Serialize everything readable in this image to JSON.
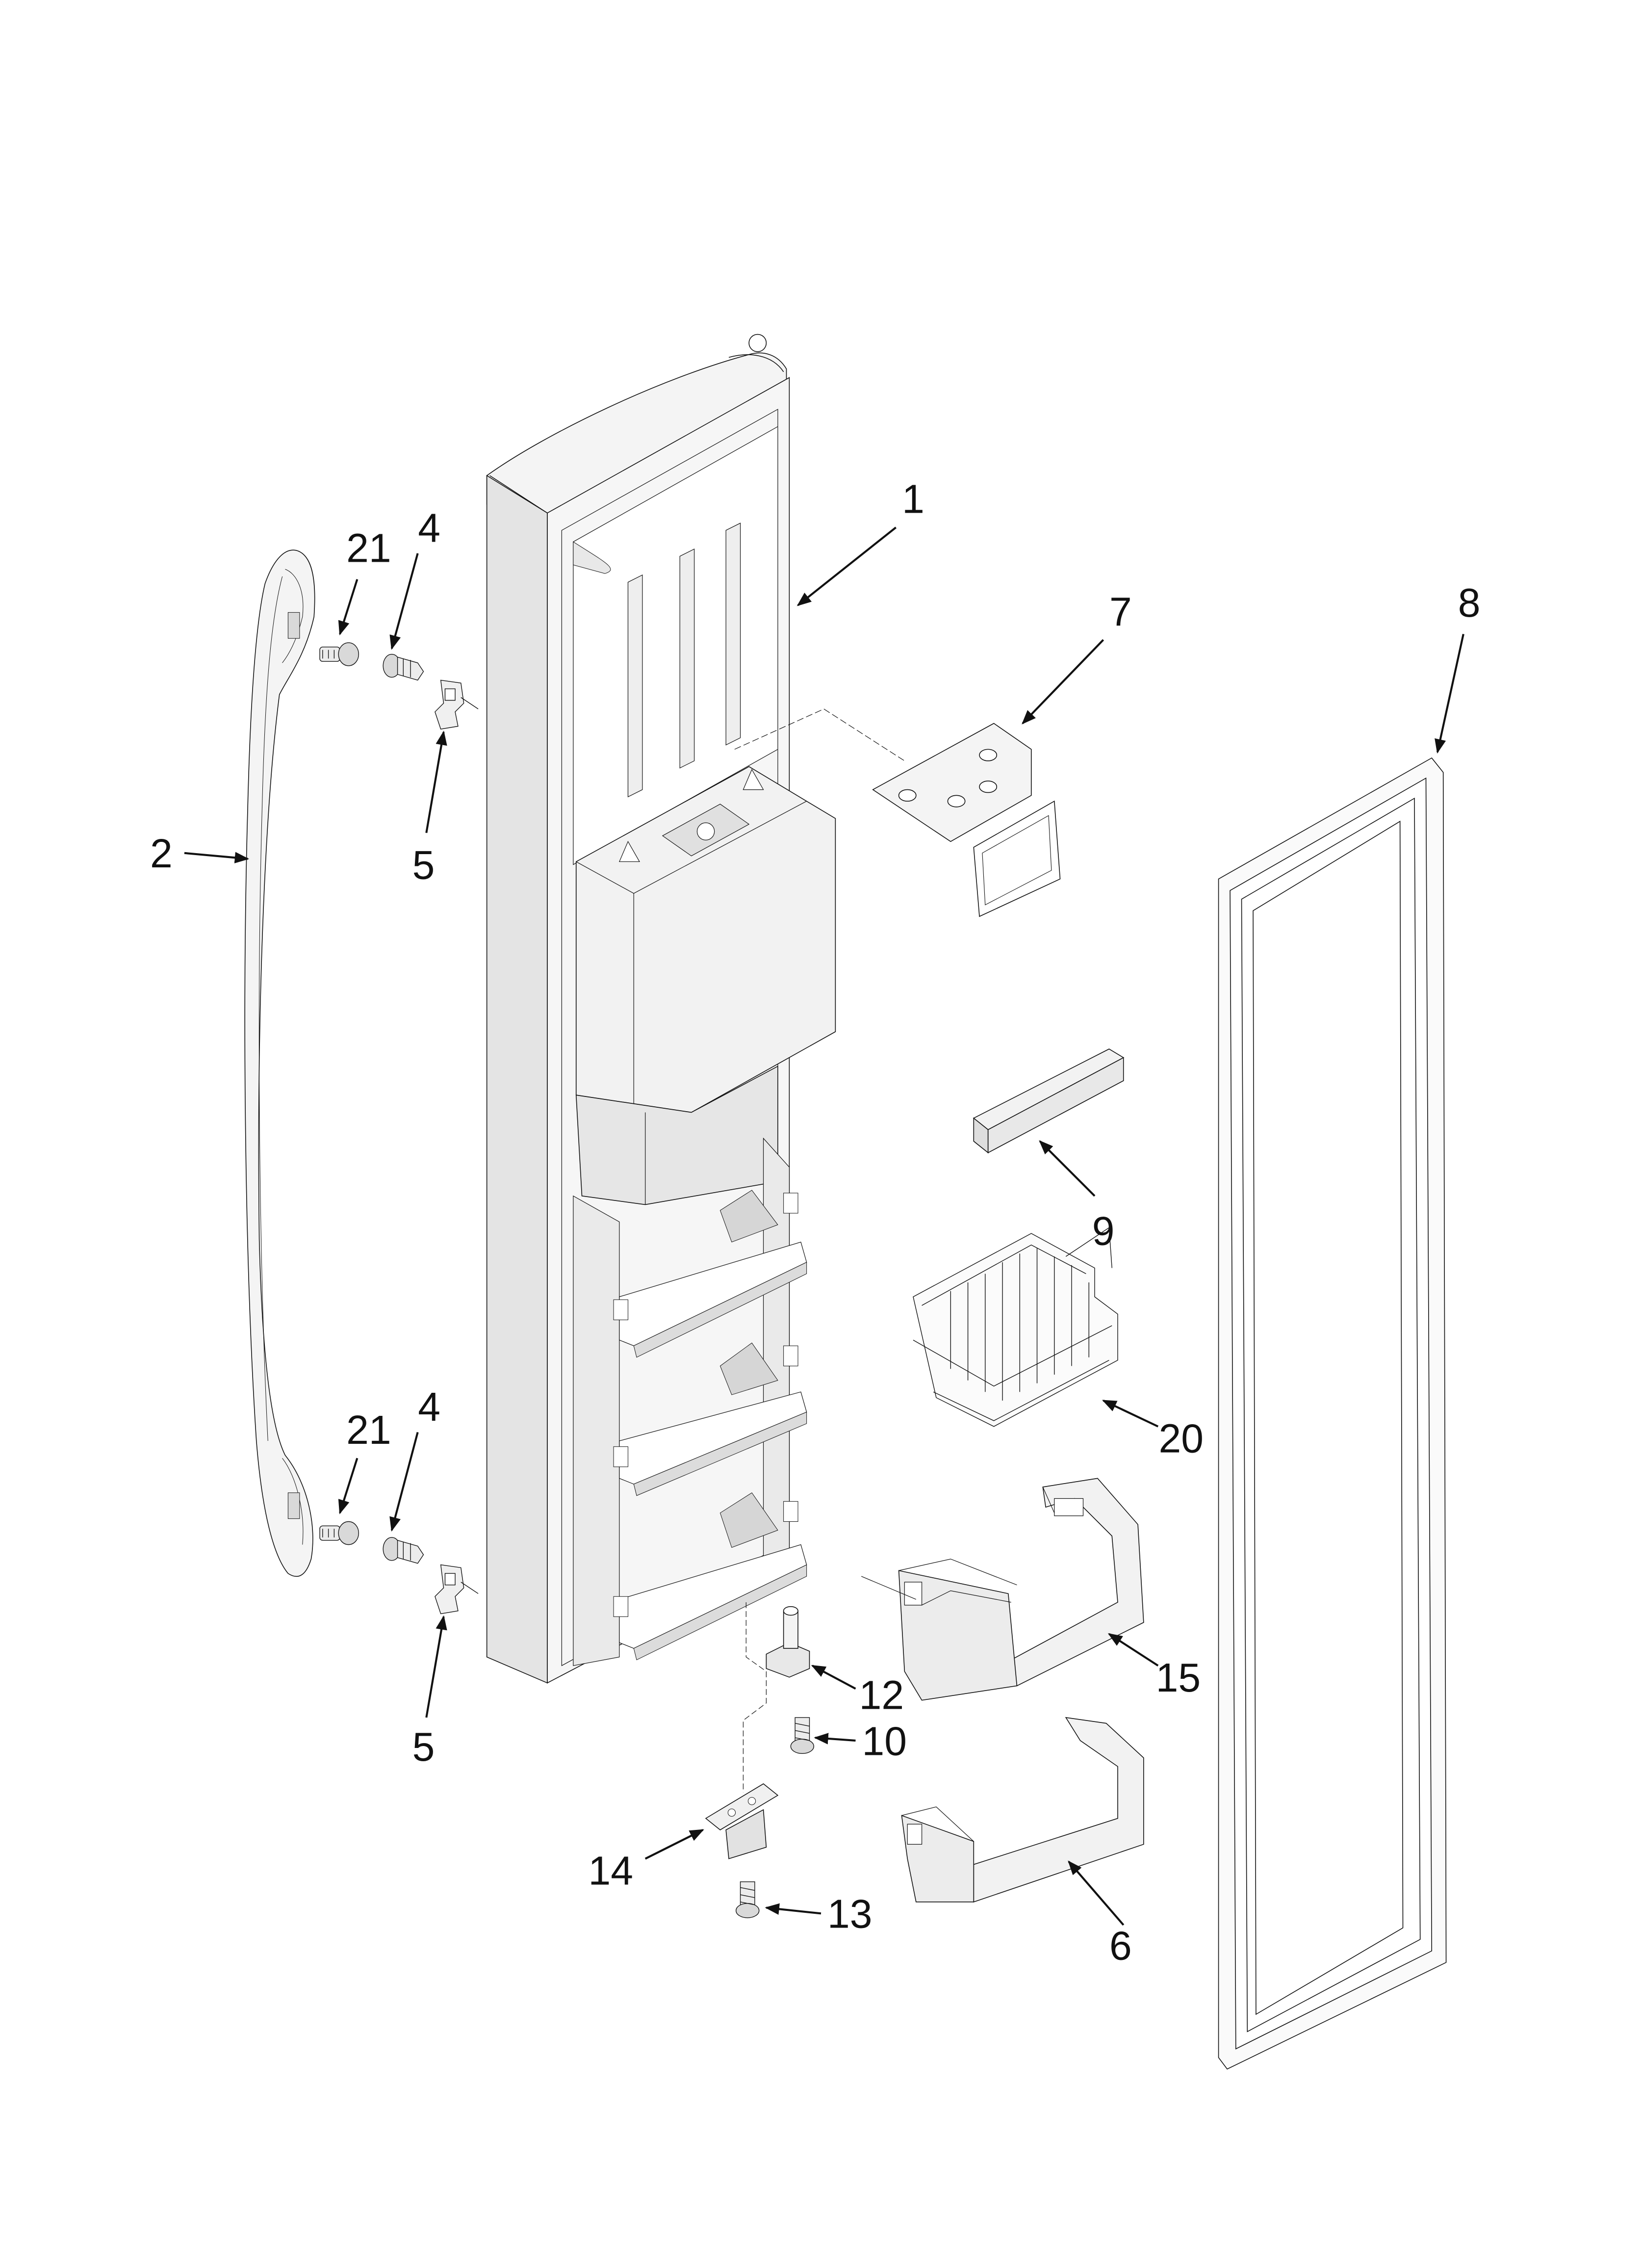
{
  "diagram": {
    "colors": {
      "ink": "#111111",
      "paper": "#ffffff",
      "face": "#f4f4f4",
      "shade": "#d9d9d9"
    },
    "callouts": [
      {
        "id": "1",
        "label": "1"
      },
      {
        "id": "2",
        "label": "2"
      },
      {
        "id": "4a",
        "label": "4"
      },
      {
        "id": "4b",
        "label": "4"
      },
      {
        "id": "5a",
        "label": "5"
      },
      {
        "id": "5b",
        "label": "5"
      },
      {
        "id": "6",
        "label": "6"
      },
      {
        "id": "7",
        "label": "7"
      },
      {
        "id": "8",
        "label": "8"
      },
      {
        "id": "9",
        "label": "9"
      },
      {
        "id": "10",
        "label": "10"
      },
      {
        "id": "12",
        "label": "12"
      },
      {
        "id": "13",
        "label": "13"
      },
      {
        "id": "14",
        "label": "14"
      },
      {
        "id": "15",
        "label": "15"
      },
      {
        "id": "20",
        "label": "20"
      },
      {
        "id": "21a",
        "label": "21"
      },
      {
        "id": "21b",
        "label": "21"
      }
    ]
  }
}
